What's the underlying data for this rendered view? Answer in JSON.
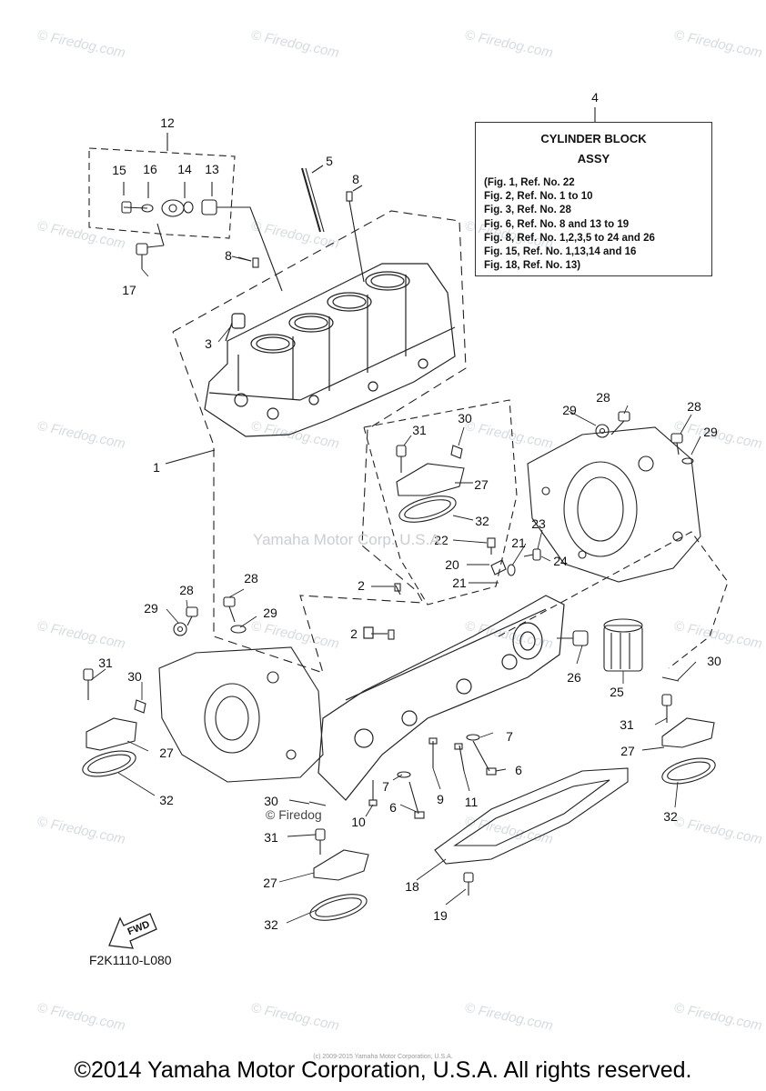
{
  "legend": {
    "number": "4",
    "title": "CYLINDER BLOCK",
    "subtitle": "ASSY",
    "lines": [
      "(Fig. 1, Ref. No. 22",
      "Fig. 2, Ref. No. 1 to 10",
      "Fig. 3, Ref. No. 28",
      "Fig. 6, Ref. No. 8 and 13 to 19",
      "Fig. 8, Ref. No. 1,2,3,5 to 24 and 26",
      "Fig. 15, Ref. No. 1,13,14 and 16",
      "Fig. 18, Ref. No. 13)"
    ]
  },
  "callouts": [
    "12",
    "15",
    "16",
    "14",
    "13",
    "17",
    "5",
    "8",
    "8",
    "3",
    "1",
    "2",
    "2",
    "4",
    "28",
    "29",
    "28",
    "29",
    "31",
    "30",
    "27",
    "32",
    "22",
    "23",
    "21",
    "20",
    "21",
    "24",
    "26",
    "25",
    "30",
    "31",
    "27",
    "32",
    "28",
    "29",
    "28",
    "29",
    "31",
    "30",
    "27",
    "32",
    "7",
    "6",
    "7",
    "9",
    "11",
    "6",
    "10",
    "30",
    "31",
    "27",
    "32",
    "18",
    "19"
  ],
  "watermark_center": "Yamaha Motor Corp. U.S.A.",
  "watermark_firedog": "© Firedog",
  "watermark_tile": "© Firedog.com",
  "fwd_label": "FWD",
  "figure_code": "F2K1110-L080",
  "tiny_note": "(c) 2009-2015 Yamaha Motor Corporation, U.S.A.",
  "copyright": "©2014 Yamaha Motor Corporation, U.S.A. All rights reserved."
}
